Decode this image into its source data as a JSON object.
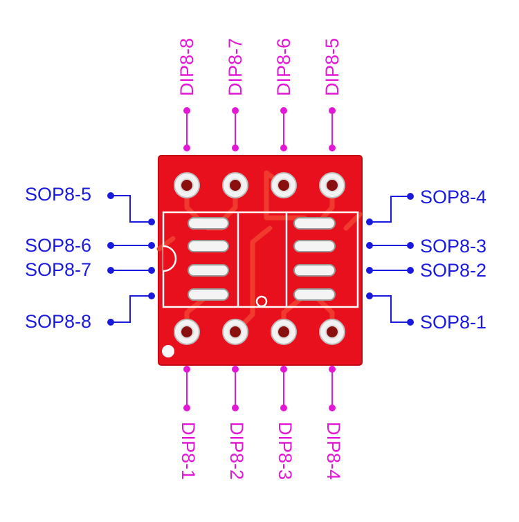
{
  "colors": {
    "board": "#e8101c",
    "board_dark": "#c40a14",
    "trace": "#f03a2e",
    "silkscreen": "#ffffff",
    "pad_ring": "#f2f2f2",
    "sop_label": "#1a1adf",
    "dip_label": "#e318d6"
  },
  "dip_top_labels": [
    "DIP8-8",
    "DIP8-7",
    "DIP8-6",
    "DIP8-5"
  ],
  "dip_bottom_labels": [
    "DIP8-1",
    "DIP8-2",
    "DIP8-3",
    "DIP8-4"
  ],
  "sop_left_labels": [
    "SOP8-5",
    "SOP8-6",
    "SOP8-7",
    "SOP8-8"
  ],
  "sop_right_labels": [
    "SOP8-4",
    "SOP8-3",
    "SOP8-2",
    "SOP8-1"
  ]
}
